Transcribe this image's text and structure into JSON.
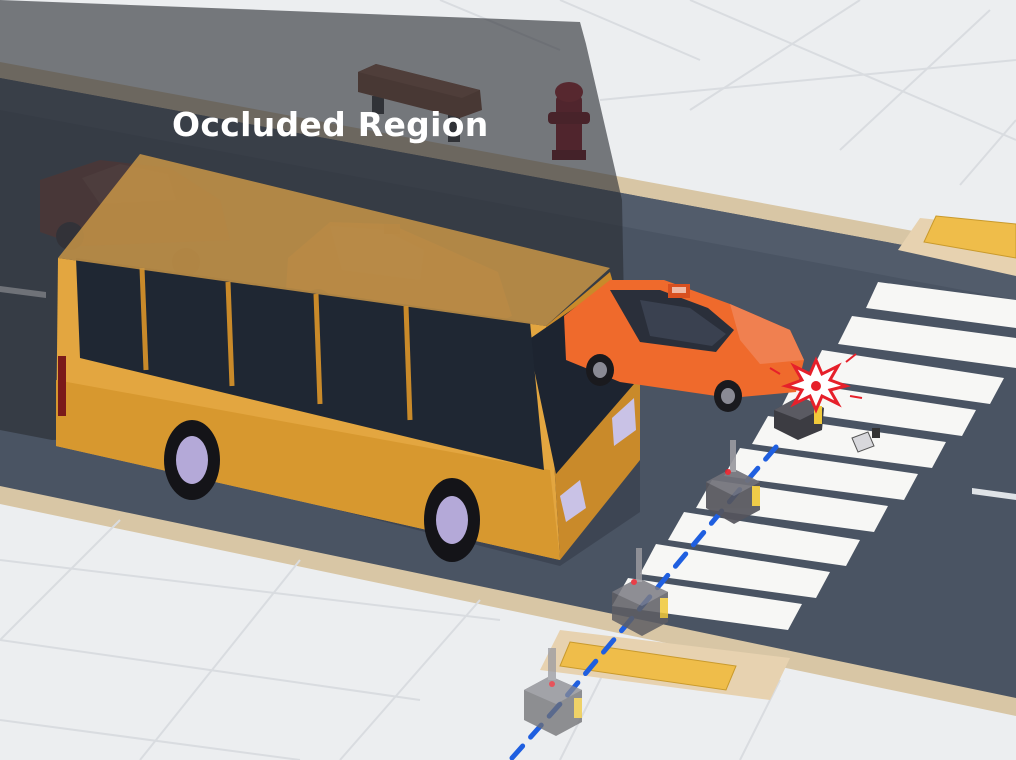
{
  "scene": {
    "occlusion_label": "Occluded Region",
    "colors": {
      "road": "#4a5463",
      "road_dark": "#3b4350",
      "sidewalk": "#eceef0",
      "curb": "#d8c6a5",
      "crosswalk": "#f7f7f5",
      "bus_body": "#e3a640",
      "bus_dark": "#c98a2a",
      "taxi": "#ef6a2c",
      "taxi_dark": "#c9531d",
      "hydrant": "#8e1a22",
      "bench": "#7a4a36",
      "occlusion_overlay": "#2a2d33",
      "trajectory": "#1f5fe0",
      "robot_body": "#6e6e72",
      "robot_accent": "#f0c93a",
      "collision": "#e6202a",
      "tactile_paving": "#efbd4a",
      "label_text": "#ffffff"
    },
    "objects": [
      "bus-body",
      "taxi-car",
      "occluded-taxi",
      "occluded-sedan",
      "fire-hydrant",
      "bench",
      "delivery-robot",
      "collision-burst-icon",
      "trajectory-path",
      "crosswalk"
    ]
  }
}
